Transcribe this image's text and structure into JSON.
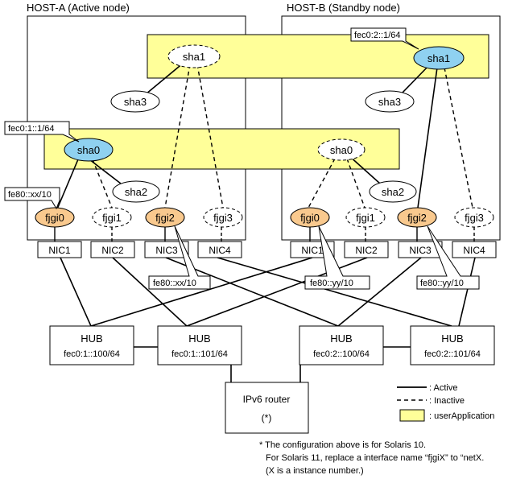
{
  "hosts": {
    "host_a": {
      "title": "HOST-A (Active node)"
    },
    "host_b": {
      "title": "HOST-B (Standby node)"
    }
  },
  "interfaces": {
    "sha1_a": "sha1",
    "sha3_a": "sha3",
    "sha0_a": "sha0",
    "sha2_a": "sha2",
    "sha1_b": "sha1",
    "sha3_b": "sha3",
    "sha0_b": "sha0",
    "sha2_b": "sha2",
    "fjgi0_a": "fjgi0",
    "fjgi1_a": "fjgi1",
    "fjgi2_a": "fjgi2",
    "fjgi3_a": "fjgi3",
    "fjgi0_b": "fjgi0",
    "fjgi1_b": "fjgi1",
    "fjgi2_b": "fjgi2",
    "fjgi3_b": "fjgi3"
  },
  "nics": {
    "a1": "NIC1",
    "a2": "NIC2",
    "a3": "NIC3",
    "a4": "NIC4",
    "b1": "NIC1",
    "b2": "NIC2",
    "b3": "NIC3",
    "b4": "NIC4"
  },
  "callouts": {
    "sha1_b_addr": "fec0:2::1/64",
    "sha0_a_addr": "fec0:1::1/64",
    "fjgi0_a_addr": "fe80::xx/10",
    "fjgi2_a_addr": "fe80::xx/10",
    "fjgi0_b_addr": "fe80::yy/10",
    "fjgi2_b_addr": "fe80::yy/10"
  },
  "hubs": [
    {
      "label": "HUB",
      "addr": "fec0:1::100/64"
    },
    {
      "label": "HUB",
      "addr": "fec0:1::101/64"
    },
    {
      "label": "HUB",
      "addr": "fec0:2::100/64"
    },
    {
      "label": "HUB",
      "addr": "fec0:2::101/64"
    }
  ],
  "router": {
    "label": "IPv6 router",
    "note": "(*)"
  },
  "legend": {
    "active": ": Active",
    "inactive": ": Inactive",
    "user_app": ": userApplication"
  },
  "footnote": {
    "line1": "* The configuration above is for Solaris 10.",
    "line2": "For Solaris 11, replace a interface name “fjgiX” to “netX.",
    "line3": "(X is a instance number.)"
  },
  "colors": {
    "user_app_fill": "#ffff99",
    "sha_active_fill": "#8fd1f0",
    "fjgi_active_fill": "#f9c98e"
  }
}
